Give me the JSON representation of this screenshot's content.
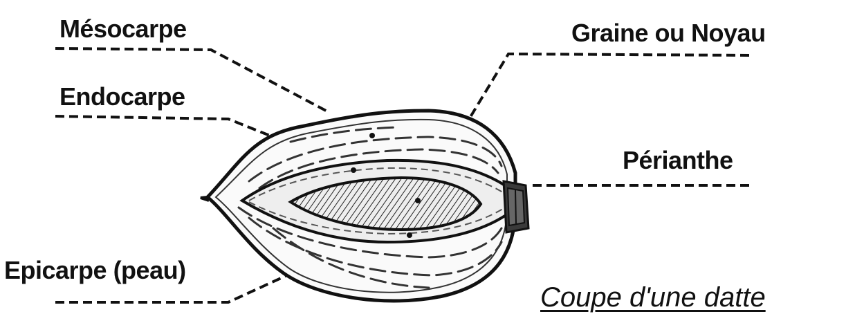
{
  "labels": {
    "mesocarpe": "Mésocarpe",
    "endocarpe": "Endocarpe",
    "epicarpe": "Epicarpe (peau)",
    "graine": "Graine ou Noyau",
    "perianthe": "Périanthe"
  },
  "caption": "Coupe d'une datte",
  "colors": {
    "ink": "#111111",
    "background": "#ffffff",
    "seed_fill": "#d9d9d9"
  }
}
